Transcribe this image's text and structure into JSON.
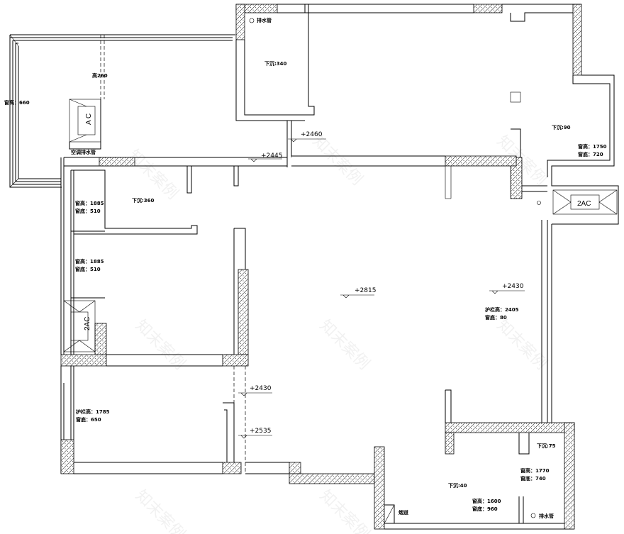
{
  "rooms": {
    "top_left": {
      "ceiling": "高260",
      "sill": "窗高：660"
    },
    "top_middle": {
      "drain": "排水管",
      "sunken": "下沉:340"
    },
    "top_right": {
      "sunken": "下沉:90",
      "window_height": "窗高：1750",
      "sill": "窗底：720"
    },
    "ac_pipe": "空调排水管",
    "west_room_upper": {
      "sunken": "下沉:360",
      "window_height": "窗高：1885",
      "sill": "窗底：510"
    },
    "west_room_lower": {
      "window_height": "窗高：1885",
      "sill": "窗底：510"
    },
    "living": {
      "elevation": "+2815"
    },
    "east_balcony": {
      "elevation": "+2430",
      "rail": "护栏高：2405",
      "sill": "窗底：80"
    },
    "southwest_room": {
      "rail": "护栏高：1785",
      "sill": "窗底：650"
    },
    "south_east": {
      "sunken_a": "下沉:75",
      "sunken_b": "下沉:40",
      "window1_height": "窗高：1770",
      "window1_sill": "窗底：740",
      "window2_height": "窗高：1600",
      "window2_sill": "窗底：960",
      "flue": "烟道",
      "drain": "排水管"
    }
  },
  "elevations": {
    "corridor_a": "+2460",
    "corridor_b": "+2445",
    "hall_a": "+2430",
    "hall_b": "+2535"
  },
  "ac_units": {
    "west_upper": "A C",
    "west_lower": "2AC",
    "east": "2AC"
  },
  "watermark": "知末案例"
}
